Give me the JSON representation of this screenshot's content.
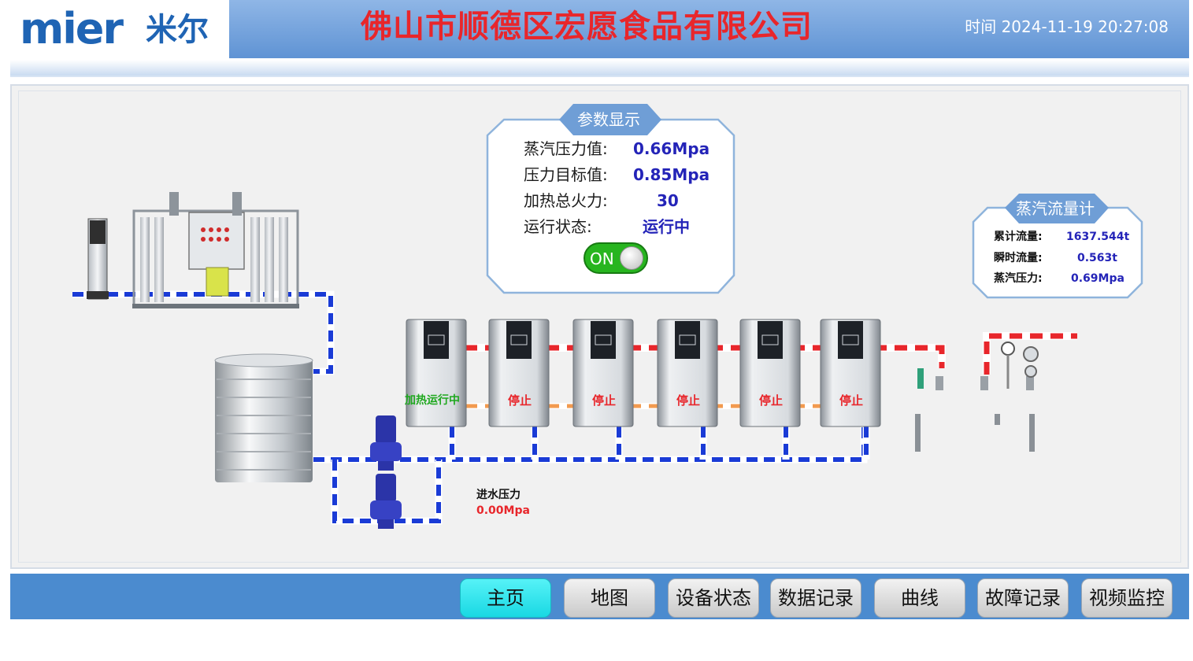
{
  "header": {
    "logo_text": "mier",
    "logo_cn": "米尔",
    "company": "佛山市顺德区宏愿食品有限公司",
    "time": "时间 2024-11-19 20:27:08"
  },
  "params": {
    "title": "参数显示",
    "rows": [
      {
        "label": "蒸汽压力值:",
        "value": "0.66Mpa"
      },
      {
        "label": "压力目标值:",
        "value": "0.85Mpa"
      },
      {
        "label": "加热总火力:",
        "value": "30"
      },
      {
        "label": "运行状态:",
        "value": "运行中"
      }
    ],
    "toggle_label": "ON"
  },
  "flowmeter": {
    "title": "蒸汽流量计",
    "rows": [
      {
        "label": "累计流量:",
        "value": "1637.544t"
      },
      {
        "label": "瞬时流量:",
        "value": "0.563t"
      },
      {
        "label": "蒸汽压力:",
        "value": "0.69Mpa"
      }
    ]
  },
  "boilers": [
    {
      "status": "加热运行中",
      "running": true
    },
    {
      "status": "停止",
      "running": false
    },
    {
      "status": "停止",
      "running": false
    },
    {
      "status": "停止",
      "running": false
    },
    {
      "status": "停止",
      "running": false
    },
    {
      "status": "停止",
      "running": false
    }
  ],
  "inlet": {
    "label": "进水压力",
    "value": "0.00Mpa"
  },
  "nav": {
    "items": [
      {
        "label": "主页",
        "active": true
      },
      {
        "label": "地图",
        "active": false
      },
      {
        "label": "设备状态",
        "active": false
      },
      {
        "label": "数据记录",
        "active": false
      },
      {
        "label": "曲线",
        "active": false
      },
      {
        "label": "故障记录",
        "active": false
      },
      {
        "label": "视频监控",
        "active": false
      }
    ]
  },
  "colors": {
    "header_blue": "#5f93d4",
    "title_red": "#e8262b",
    "value_blue": "#2424b8",
    "running_green": "#1fa81f",
    "stopped_red": "#e8262b",
    "water_pipe": "#1a3bd6",
    "steam_pipe": "#e8262b",
    "nav_active": "#19d8e3"
  }
}
